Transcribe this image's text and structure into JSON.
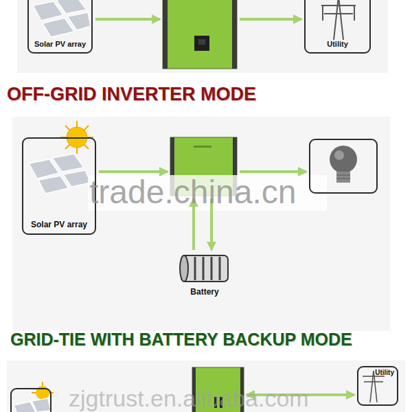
{
  "diagram": {
    "nodes": [
      {
        "text": [
          "Solar PV array"
        ]
      },
      {
        "text": []
      },
      {
        "text": [
          "Utility"
        ]
      },
      {
        "text": [
          "Solar PV array"
        ]
      },
      {
        "text": []
      },
      {
        "text": []
      },
      {
        "text": [
          "Battery"
        ]
      },
      {
        "text": []
      },
      {
        "text": []
      },
      {
        "text": [
          "Utility"
        ]
      }
    ],
    "edges": [
      {
        "from": 0,
        "to": 1,
        "arrow": "to"
      },
      {
        "from": 1,
        "to": 2,
        "arrow": "to"
      },
      {
        "from": 3,
        "to": 4,
        "arrow": "to"
      },
      {
        "from": 4,
        "to": 5,
        "arrow": "to"
      },
      {
        "from": 4,
        "to": 6,
        "arrow": "to"
      },
      {
        "from": 6,
        "to": 4,
        "arrow": "to"
      },
      {
        "from": 8,
        "to": 9,
        "arrow": "both"
      }
    ],
    "labels": [
      "OFF-GRID INVERTER MODE",
      "trade.china.cn",
      "GRID-TIE WITH BATTERY BACKUP MODE",
      "zjgtrust.en.alibaba.com"
    ]
  }
}
